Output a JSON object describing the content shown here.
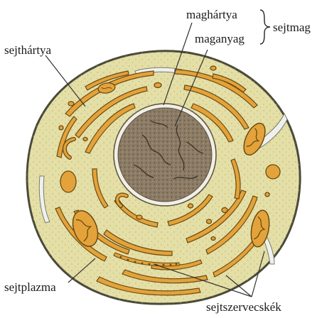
{
  "labels": {
    "cell_membrane": "sejthártya",
    "nuclear_membrane": "maghártya",
    "nucleoplasm": "maganyag",
    "nucleus": "sejtmag",
    "cytoplasm": "sejtplazma",
    "organelles": "sejtszervecskék"
  },
  "colors": {
    "cytoplasm": "#e4dfa6",
    "membrane_outline": "#4a4a3a",
    "organelle_fill": "#e3a33a",
    "organelle_outline": "#6b4a12",
    "nucleus_fill": "#8a7a64",
    "nucleus_envelope": "#f1efe4",
    "vacuole": "#eef1ee"
  },
  "icons": [
    "mitochondrion-icon",
    "endoplasmic-reticulum-icon",
    "vesicle-icon",
    "nucleus-icon"
  ]
}
